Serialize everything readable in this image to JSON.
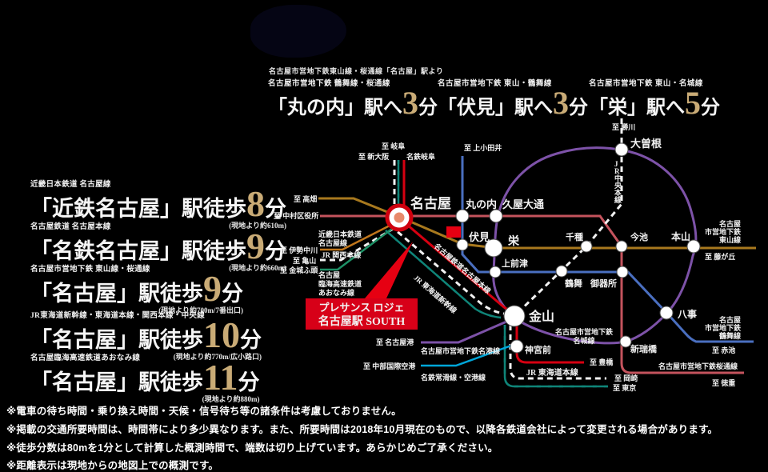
{
  "header": {
    "note": "名古屋市営地下鉄東山線・桜通線「名古屋」駅より",
    "items": [
      {
        "line": "名古屋市営地下鉄 鶴舞線・桜通線",
        "station": "「丸の内」",
        "suffix": "駅へ",
        "minutes": "3",
        "unit": "分"
      },
      {
        "line": "名古屋市営地下鉄 東山・鶴舞線",
        "station": "「伏見」",
        "suffix": "駅へ",
        "minutes": "3",
        "unit": "分"
      },
      {
        "line": "名古屋市営地下鉄 東山・名城線",
        "station": "「栄」",
        "suffix": "駅へ",
        "minutes": "5",
        "unit": "分"
      }
    ]
  },
  "walk_access": [
    {
      "line": "近畿日本鉄道 名古屋線",
      "station": "「近鉄名古屋」",
      "suffix": "駅徒歩",
      "minutes": "8",
      "unit": "分",
      "distance": "(現地より約610m)"
    },
    {
      "line": "名古屋鉄道 名古屋本線",
      "station": "「名鉄名古屋」",
      "suffix": "駅徒歩",
      "minutes": "9",
      "unit": "分",
      "distance": "(現地より約660m)"
    },
    {
      "line": "名古屋市営地下鉄 東山線・桜通線",
      "station": "「名古屋」",
      "suffix": "駅徒歩",
      "minutes": "9",
      "unit": "分",
      "distance": "(現地より約700m/7番出口)"
    },
    {
      "line": "JR東海道新幹線・東海道本線・関西本線・中央線",
      "station": "「名古屋」",
      "suffix": "駅徒歩",
      "minutes": "10",
      "unit": "分",
      "distance": "(現地より約770m/広小路口)"
    },
    {
      "line": "名古屋臨海高速鉄道あおなみ線",
      "station": "「名古屋」",
      "suffix": "駅徒歩",
      "minutes": "11",
      "unit": "分",
      "distance": "(現地より約880m)"
    }
  ],
  "property": {
    "line1": "プレサンス ロジェ",
    "line2": "名古屋駅 SOUTH"
  },
  "map": {
    "line_colors": {
      "sakuradori": "#c4535d",
      "higashiyama": "#a8791e",
      "tsurumai": "#4a6fc0",
      "meijo": "#7d52a8",
      "meiko": "#7d52a8",
      "meitetsu": "#d60011",
      "jr_teal": "#0f8478",
      "jr_white": "#f2f2f2",
      "kintetsu": "#c0761c",
      "aonami": "#1e9066",
      "tokoname": "#00a6d9"
    },
    "accent_gold": "#c9ab76",
    "banner_red": "#d70018",
    "marker_red": "#e60012",
    "st": {
      "nagoya": "名古屋",
      "marunouchi": "丸の内",
      "hisaya": "久屋大通",
      "fushimi": "伏見",
      "sakae": "栄",
      "kamimaezu": "上前津",
      "kanayama": "金山",
      "ozone": "大曽根",
      "chikusa": "千種",
      "imaike": "今池",
      "motoyama": "本山",
      "tsurumai": "鶴舞",
      "gokiso": "御器所",
      "yagoto": "八事",
      "aratama": "新瑞橋",
      "jingu": "神宮前"
    },
    "to": {
      "kachigawa": "至 勝川",
      "kamiotai": "至 上小田井",
      "gifu": "至 岐阜",
      "shinosaka": "至 新大阪",
      "meitetsugifu": "名鉄岐阜",
      "takabata": "至 高畑",
      "nakamura": "至 中村区役所",
      "ise": "至 伊勢中川",
      "kameyama": "至 亀山",
      "kinjo": "至 金城ふ頭",
      "nagoyako": "至 名古屋港",
      "chubu": "至 中部国際空港",
      "fujigaoka": "至 藤が丘",
      "akaike": "至 赤池",
      "tokushige": "至 徳重",
      "toyohashi": "至 豊橋",
      "okazaki": "至 岡崎",
      "tokyo": "至 東京"
    },
    "ln": {
      "chuo": "JR中央本線",
      "hgy1": "名古屋",
      "hgy2": "市営地下鉄",
      "hgy3": "東山線",
      "tsr1": "名古屋",
      "tsr2": "市営地下鉄",
      "tsr3": "鶴舞線",
      "sakura": "名古屋市営地下鉄桜通線",
      "meijo1": "名古屋市営地下鉄",
      "meijo2": "名城線",
      "tokaido": "JR 東海道本線",
      "meiko": "名古屋市営地下鉄名港線",
      "tokoname": "名鉄常滑線・空港線",
      "kintetsu1": "近畿日本鉄道",
      "kintetsu2": "名古屋線",
      "kansai": "JR 関西本線",
      "aonami1": "名古屋",
      "aonami2": "臨海高速鉄道",
      "aonami3": "あおなみ線",
      "meitetsu_diag": "名古屋鉄道名古屋本線",
      "shinkansen_diag": "JR 東海道新幹線"
    }
  },
  "disclaimers": [
    "※電車の待ち時間・乗り換え時間・天候・信号待ち等の諸条件は考慮しておりません。",
    "※掲載の交通所要時間は、時間帯により多少異なります。また、所要時間は2018年10月現在のもので、以降各鉄道会社によって変更される場合があります。",
    "※徒歩分数は80mを1分として計算した概測時間で、端数は切り上げています。あらかじめご了承ください。",
    "※距離表示は現地からの地図上での概測です。"
  ]
}
